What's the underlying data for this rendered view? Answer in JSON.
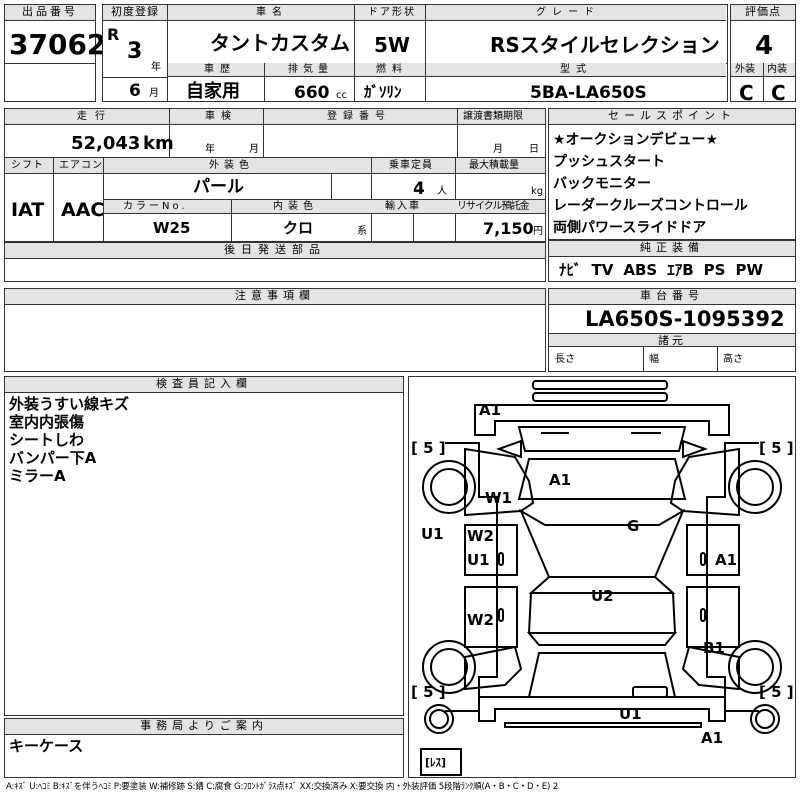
{
  "header": {
    "lot_label": "出品番号",
    "lot_number": "37062",
    "first_reg_label": "初度登録",
    "era": "R",
    "year": "3",
    "year_unit": "年",
    "month": "6",
    "month_unit": "月",
    "car_name_label": "車名",
    "car_name": "タントカスタム",
    "door_label": "ドア形状",
    "door": "5W",
    "grade_label": "グレード",
    "grade": "RSスタイルセレクション",
    "score_label": "評価点",
    "score": "4",
    "history_label": "車歴",
    "history": "自家用",
    "displacement_label": "排気量",
    "displacement": "660",
    "displacement_unit": "cc",
    "fuel_label": "燃料",
    "fuel": "ｶﾞｿﾘﾝ",
    "model_label": "型式",
    "model": "5BA-LA650S",
    "exterior_label": "外装",
    "exterior": "C",
    "interior_label": "内装",
    "interior": "C"
  },
  "row2": {
    "mileage_label": "走行",
    "mileage": "52,043",
    "mileage_unit": "km",
    "inspection_label": "車検",
    "inspection_year_unit": "年",
    "inspection_month_unit": "月",
    "plate_label": "登録番号",
    "transfer_label": "譲渡書類期限",
    "transfer_month_unit": "月",
    "transfer_day_unit": "日",
    "shift_label": "シフト",
    "shift": "IAT",
    "ac_label": "エアコン",
    "ac": "AAC",
    "ext_color_label": "外装色",
    "ext_color": "パール",
    "capacity_label": "乗車定員",
    "capacity": "4",
    "capacity_unit": "人",
    "load_label": "最大積載量",
    "load_unit": "kg",
    "color_no_label": "カラーNo.",
    "color_no": "W25",
    "int_color_label": "内装色",
    "int_color": "クロ",
    "int_color_unit": "系",
    "import_label": "輸入車",
    "recycle_label": "リサイクル預託金",
    "recycle": "7,150",
    "recycle_unit": "円",
    "later_label": "後日発送部品"
  },
  "sales_points": {
    "label": "セールスポイント",
    "items": [
      "★オークションデビュー★",
      "プッシュスタート",
      "バックモニター",
      "レーダークルーズコントロール",
      "両側パワースライドドア"
    ]
  },
  "equipment": {
    "label": "純正装備",
    "items": [
      "ﾅﾋﾞ",
      "TV",
      "ABS",
      "ｴｱB",
      "PS",
      "PW"
    ]
  },
  "notes": {
    "label": "注意事項欄"
  },
  "chassis": {
    "label": "車台番号",
    "value": "LA650S-1095392",
    "dims_label": "諸元",
    "length_label": "長さ",
    "width_label": "幅",
    "height_label": "高さ"
  },
  "inspector": {
    "label": "検査員記入欄",
    "items": [
      "外装うすい線キズ",
      "室内内張傷",
      "シートしわ",
      "バンパー下A",
      "ミラーA"
    ]
  },
  "office": {
    "label": "事務局よりご案内",
    "text": "キーケース"
  },
  "diagram": {
    "tire_tl": "[ 5 ]",
    "tire_tr": "[ 5 ]",
    "tire_bl": "[ 5 ]",
    "tire_br": "[ 5 ]",
    "marks": {
      "front": "A1",
      "hood": "A1",
      "fender_l": "W1",
      "door_l1": "W2",
      "side_l": "U1",
      "door_l2": "U1",
      "quarter_l": "W2",
      "roof": "G",
      "door_r": "A1",
      "rear_glass": "U2",
      "quarter_r": "B1",
      "rear_bumper": "U1",
      "rear": "A1"
    },
    "spare_label": "[ﾚｽ]"
  },
  "legend": "A:ｷｽﾞ U:ﾍｺﾐ B:ｷｽﾞを伴うﾍｺﾐ P:要塗装 W:補修跡 S:錆 C:腐食 G:ﾌﾛﾝﾄｶﾞﾗｽ点ｷｽﾞ XX:交換済み X:要交換 内・外装評価 5段階ﾗﾝｸ順(A・B・C・D・E) 2"
}
